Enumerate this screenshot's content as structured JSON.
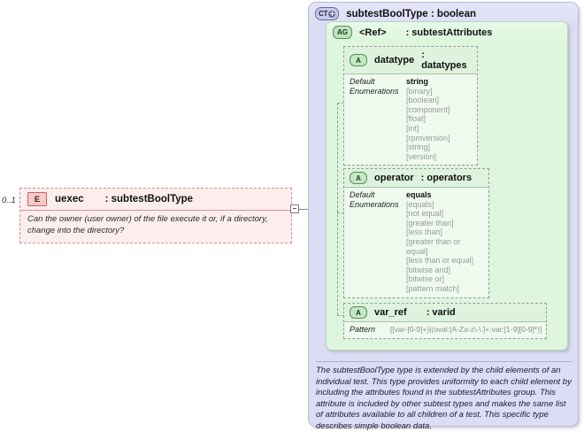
{
  "element": {
    "badge": "E",
    "badge_icon": "element-badge-icon",
    "name": "uexec",
    "type": ": subtestBoolType",
    "cardinality": "0..1",
    "documentation": "Can the owner (user owner) of the file execute it or, if a directory, change into the directory?"
  },
  "connector": {
    "icon": "collapse-minus-icon"
  },
  "complex_type": {
    "badge": "CT",
    "badge_icon": "complextype-expand-icon",
    "title": "subtestBoolType : boolean",
    "description": "The subtestBoolType type is extended by the child elements of an individual test.  This type provides uniformity to each child element by including the attributes found in the subtestAttributes group.  This attribute is included by other subtest types and makes the same list of attributes available to all children of a test.  This specific type describes simple boolean data."
  },
  "attribute_group": {
    "badge": "AG",
    "badge_icon": "attributegroup-badge-icon",
    "ref": "<Ref>",
    "type": ": subtestAttributes"
  },
  "attributes": [
    {
      "badge": "A",
      "badge_icon": "attribute-badge-icon",
      "name": "datatype",
      "type": ": datatypes",
      "facets": [
        {
          "label": "Default",
          "value": "string"
        },
        {
          "label": "Enumerations",
          "values": [
            "[binary]",
            "[boolean]",
            "[component]",
            "[float]",
            "[int]",
            "[rpmversion]",
            "[string]",
            "[version]"
          ]
        }
      ]
    },
    {
      "badge": "A",
      "badge_icon": "attribute-badge-icon",
      "name": "operator",
      "type": ": operators",
      "facets": [
        {
          "label": "Default",
          "value": "equals"
        },
        {
          "label": "Enumerations",
          "values": [
            "[equals]",
            "[not equal]",
            "[greater than]",
            "[less than]",
            "[greater than or equal]",
            "[less than or equal]",
            "[bitwise and]",
            "[bitwise or]",
            "[pattern match]"
          ]
        }
      ]
    },
    {
      "badge": "A",
      "badge_icon": "attribute-badge-icon",
      "name": "var_ref",
      "type": ": varid",
      "facets": [
        {
          "label": "Pattern",
          "value": "[[var-[0-9]+)|(oval:[A-Za-z\\-\\.]+:var:[1-9][0-9]*)]"
        }
      ]
    }
  ],
  "colors": {
    "complex_type_bg": "#dcdcf5",
    "attribute_group_bg": "#ddf6dd",
    "attribute_bg": "#eefaee",
    "element_bg": "#fdeeee",
    "element_border": "#d89090"
  }
}
